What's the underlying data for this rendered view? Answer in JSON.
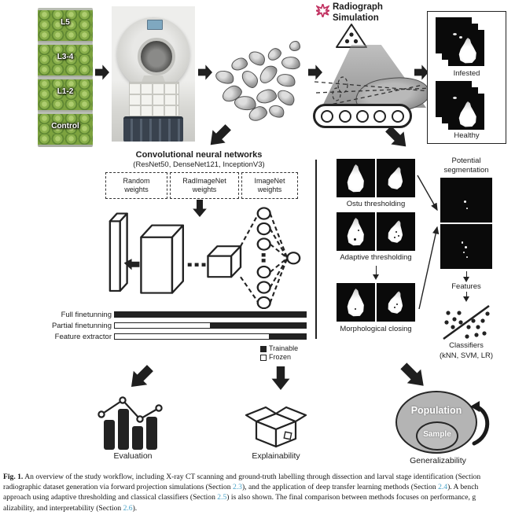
{
  "samples": {
    "items": [
      {
        "label": "L5"
      },
      {
        "label": "L3-4"
      },
      {
        "label": "L1-2"
      },
      {
        "label": "Control"
      }
    ]
  },
  "radiograph": {
    "title1": "Radiograph",
    "title2": "Simulation"
  },
  "xraybox": {
    "infested": "Infested",
    "healthy": "Healthy"
  },
  "cnn": {
    "title": "Convolutional neural networks",
    "subtitle": "(ResNet50, DenseNet121, InceptionV3)",
    "weights": [
      {
        "l1": "Random",
        "l2": "weights"
      },
      {
        "l1": "RadImageNet",
        "l2": "weights"
      },
      {
        "l1": "ImageNet",
        "l2": "weights"
      }
    ],
    "bars": [
      {
        "label": "Full finetunning",
        "frozen_pct": 0
      },
      {
        "label": "Partial finetunning",
        "frozen_pct": 50
      },
      {
        "label": "Feature extractor",
        "frozen_pct": 81
      }
    ],
    "legend": {
      "trainable": "Trainable",
      "frozen": "Frozen"
    }
  },
  "bench": {
    "ostu": "Ostu thresholding",
    "adaptive": "Adaptive thresholding",
    "morph": "Morphological closing",
    "seg1": "Potential",
    "seg2": "segmentation",
    "features": "Features",
    "classifiers": "Classifiers",
    "classifiers_sub": "(kNN, SVM, LR)"
  },
  "outcomes": {
    "evaluation": "Evaluation",
    "explainability": "Explainability",
    "generalizability": "Generalizability"
  },
  "gen": {
    "population": "Population",
    "sample": "Sample"
  },
  "caption": {
    "fig_label": "Fig. 1.",
    "line1_rest": " An overview of the study workflow, including X-ray CT scanning and ground-truth labelling through dissection and larval stage identification (Section",
    "line2_a": "radiographic dataset generation via forward projection simulations (Section ",
    "line2_link1": "2.3",
    "line2_b": "), and the application of deep transfer learning methods (Section ",
    "line2_link2": "2.4",
    "line2_c": "). A bench",
    "line3_a": "approach using adaptive thresholding and classical classifiers (Section ",
    "line3_link": "2.5",
    "line3_b": ") is also shown. The final comparison between methods focuses on performance, g",
    "line4_a": "alizability, and interpretability (Section ",
    "line4_link": "2.6",
    "line4_b": ")."
  },
  "colors": {
    "link": "#4aa3c8",
    "arrow": "#1f1f1f",
    "sparkle": "#c13060",
    "population_fill": "#b4b4b4"
  }
}
